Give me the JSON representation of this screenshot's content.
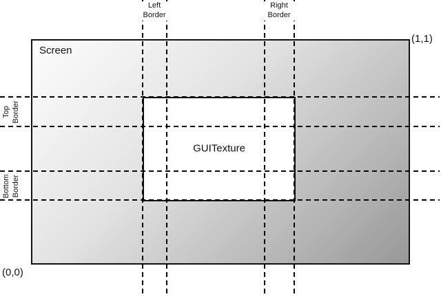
{
  "diagram": {
    "screen_label": "Screen",
    "texture_label": "GUITexture",
    "coords": {
      "top_right": "(1,1)",
      "bottom_left": "(0,0)"
    },
    "borders": {
      "left": {
        "line1": "Left",
        "line2": "Border"
      },
      "right": {
        "line1": "Right",
        "line2": "Border"
      },
      "top": {
        "line1": "Top",
        "line2": "Border"
      },
      "bottom": {
        "line1": "Bottom",
        "line2": "Border"
      }
    },
    "colors": {
      "screen_gradient_start": "#fdfdfd",
      "screen_gradient_end": "#989898",
      "outline": "#111111",
      "texture_fill": "#ffffff",
      "dashed_line": "#000000",
      "background": "#ffffff"
    }
  }
}
